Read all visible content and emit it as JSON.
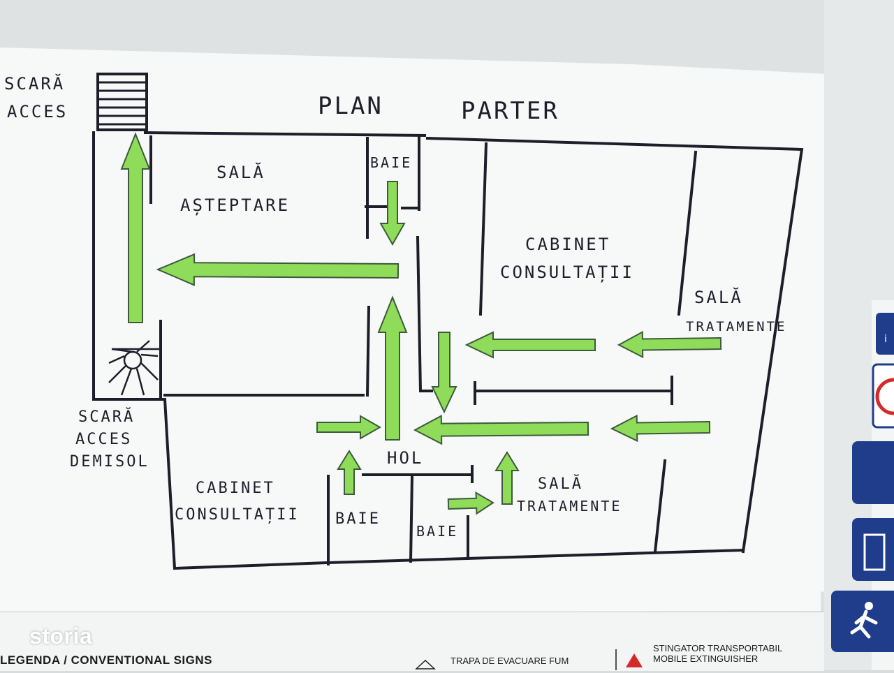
{
  "plan": {
    "title_word1": "PLAN",
    "title_word2": "PARTER",
    "rooms": {
      "scara_acces_1": "SCARĂ",
      "scara_acces_2": "ACCES",
      "sala_asteptare_1": "SALĂ",
      "sala_asteptare_2": "AȘTEPTARE",
      "baie_top": "BAIE",
      "cabinet_right_1": "CABINET",
      "cabinet_right_2": "CONSULTAȚII",
      "sala_tratamente_right_1": "SALĂ",
      "sala_tratamente_right_2": "TRATAMENTE",
      "scara_demisol_1": "SCARĂ",
      "scara_demisol_2": "ACCES",
      "scara_demisol_3": "DEMISOL",
      "hol": "HOL",
      "cabinet_left_1": "CABINET",
      "cabinet_left_2": "CONSULTAȚII",
      "baie_bottom_left": "BAIE",
      "baie_bottom_right": "BAIE",
      "sala_tratamente_bottom_1": "SALĂ",
      "sala_tratamente_bottom_2": "TRATAMENTE"
    },
    "arrow_color": "#8fdc5a",
    "arrow_stroke": "#3d5a3a"
  },
  "legend": {
    "title": "LEGENDA / CONVENTIONAL SIGNS",
    "trap": "TRAPA DE EVACUARE FUM",
    "extinguisher_line1": "STINGATOR TRANSPORTABIL",
    "extinguisher_line2": "MOBILE EXTINGUISHER"
  },
  "watermark": "storia",
  "side_icons": [
    "info-icon",
    "no-entry-icon",
    "sprinkler-icon",
    "exit-door-icon",
    "running-man-exit-icon"
  ]
}
